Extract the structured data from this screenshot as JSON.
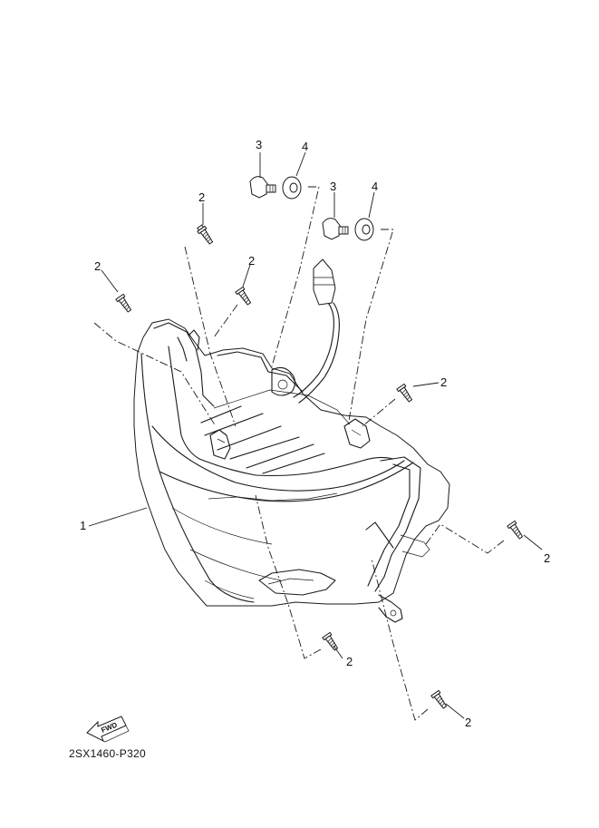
{
  "diagram": {
    "drawing_code": "2SX1460-P320",
    "fwd_label": "FWD",
    "callouts": [
      {
        "id": "c1",
        "label": "1"
      },
      {
        "id": "c2a",
        "label": "2"
      },
      {
        "id": "c2b",
        "label": "2"
      },
      {
        "id": "c2c",
        "label": "2"
      },
      {
        "id": "c2d",
        "label": "2"
      },
      {
        "id": "c2e",
        "label": "2"
      },
      {
        "id": "c2f",
        "label": "2"
      },
      {
        "id": "c2g",
        "label": "2"
      },
      {
        "id": "c3a",
        "label": "3"
      },
      {
        "id": "c3b",
        "label": "3"
      },
      {
        "id": "c4a",
        "label": "4"
      },
      {
        "id": "c4b",
        "label": "4"
      }
    ]
  }
}
